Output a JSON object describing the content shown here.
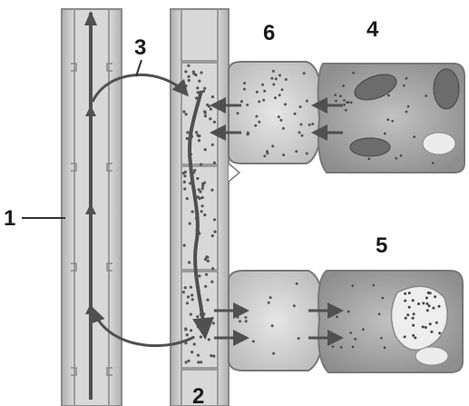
{
  "labels": {
    "xylem": "1",
    "phloem": "2",
    "transfer": "3",
    "source_cell": "4",
    "sink_cell": "5",
    "companion_cell": "6"
  },
  "colors": {
    "vessel_wall": "#c4c4c4",
    "vessel_lumen": "#dcdcdc",
    "cell_light": "#d4d4d4",
    "cell_dark": "#a8a8a8",
    "arrow": "#505050",
    "text": "#1a1a1a"
  }
}
